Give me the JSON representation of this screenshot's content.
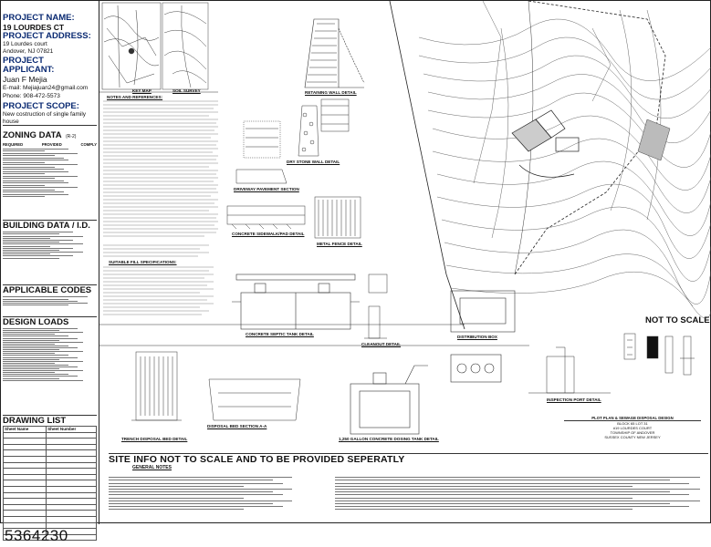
{
  "project": {
    "name_label": "PROJECT NAME:",
    "name_value": "19 LOURDES CT",
    "address_label": "PROJECT ADDRESS:",
    "address_line1": "19 Lourdes court",
    "address_line2": "Andover, NJ 07821",
    "applicant_label": "PROJECT APPLICANT:",
    "applicant_name": "Juan F Mejia",
    "email": "E-mail: Mejiajuan24@gmail.com",
    "phone": "Phone: 908-472-5573",
    "scope_label": "PROJECT SCOPE:",
    "scope_value": "New costruction of single family house"
  },
  "zoning": {
    "title": "ZONING DATA",
    "zone": "(R-2)",
    "col_required": "REQUIRED",
    "col_provided": "PROVIDED",
    "col_comply": "COMPLY"
  },
  "building": {
    "title": "BUILDING DATA / I.D."
  },
  "codes": {
    "title": "APPLICABLE CODES"
  },
  "loads": {
    "title": "DESIGN LOADS"
  },
  "drawing_list": {
    "title": "DRAWING LIST",
    "col_name": "Sheet Name",
    "col_number": "Sheet Number"
  },
  "notes_panel": {
    "title": "SITE INFO NOT TO SCALE AND TO BE PROVIDED SEPERATLY",
    "general_notes": "GENERAL NOTES"
  },
  "not_to_scale": "NOT TO SCALE",
  "captions": {
    "key_map": "KEY MAP",
    "soil_survey": "SOIL SURVEY",
    "notes_refs": "NOTES AND REFERENCES:",
    "retaining_wall": "RETAINING WALL DETAIL",
    "driveway": "DRIVEWAY PAVEMENT SECTION",
    "dry_stone": "DRY STONE WALL DETAIL",
    "sidewalk": "CONCRETE SIDEWALK/PAD DETAIL",
    "metal_fence": "METAL FENCE DETAIL",
    "fill_specs": "SUITABLE FILL SPECIFICATIONS:",
    "septic": "CONCRETE SEPTIC TANK DETAIL",
    "cleanout": "CLEANOUT DETAIL",
    "distribution": "DISTRIBUTION BOX",
    "inspection": "INSPECTION PORT DETAIL",
    "disposal_bed": "DISPOSAL BED SECTION A-A",
    "dosing_tank": "1,250 GALLON CONCRETE DOSING TANK DETAIL",
    "trench": "TRENCH DISPOSAL BED DETAIL"
  },
  "plot_plan": {
    "title": "PLOT PLAN & SEWAGE DISPOSAL DESIGN",
    "block": "BLOCK 65      LOT 31",
    "address": "#19 LOURDES COURT",
    "township": "TOWNSHIP OF ANDOVER",
    "county": "SUSSEX COUNTY      NEW JERSEY"
  },
  "mls_number": "5364230",
  "colors": {
    "label_blue": "#0a2a72",
    "line": "#222222",
    "topo": "#555555"
  }
}
